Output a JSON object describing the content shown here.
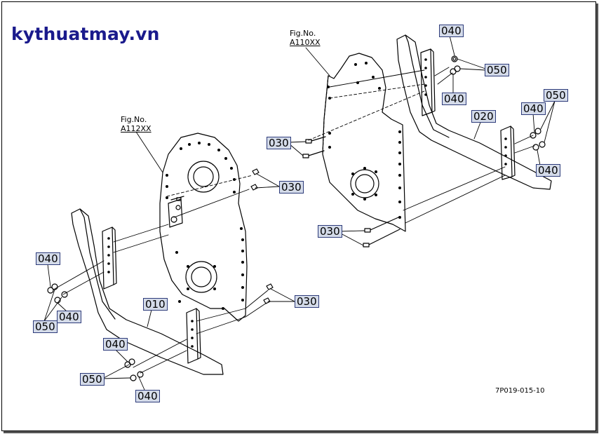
{
  "watermark": "kythuatmay.vn",
  "figures": [
    {
      "no": "Fig.No.",
      "id": "A110XX"
    },
    {
      "no": "Fig.No.",
      "id": "A112XX"
    }
  ],
  "callouts": {
    "c040_a": "040",
    "c050_a": "050",
    "c040_b": "040",
    "c020": "020",
    "c040_c": "040",
    "c050_b": "050",
    "c040_d": "040",
    "c030_a": "030",
    "c030_b": "030",
    "c030_c": "030",
    "c030_d": "030",
    "c040_e": "040",
    "c050_c": "050",
    "c040_f": "040",
    "c010": "010",
    "c040_g": "040",
    "c050_d": "050",
    "c040_h": "040"
  },
  "document_id": "7P019-015-10"
}
